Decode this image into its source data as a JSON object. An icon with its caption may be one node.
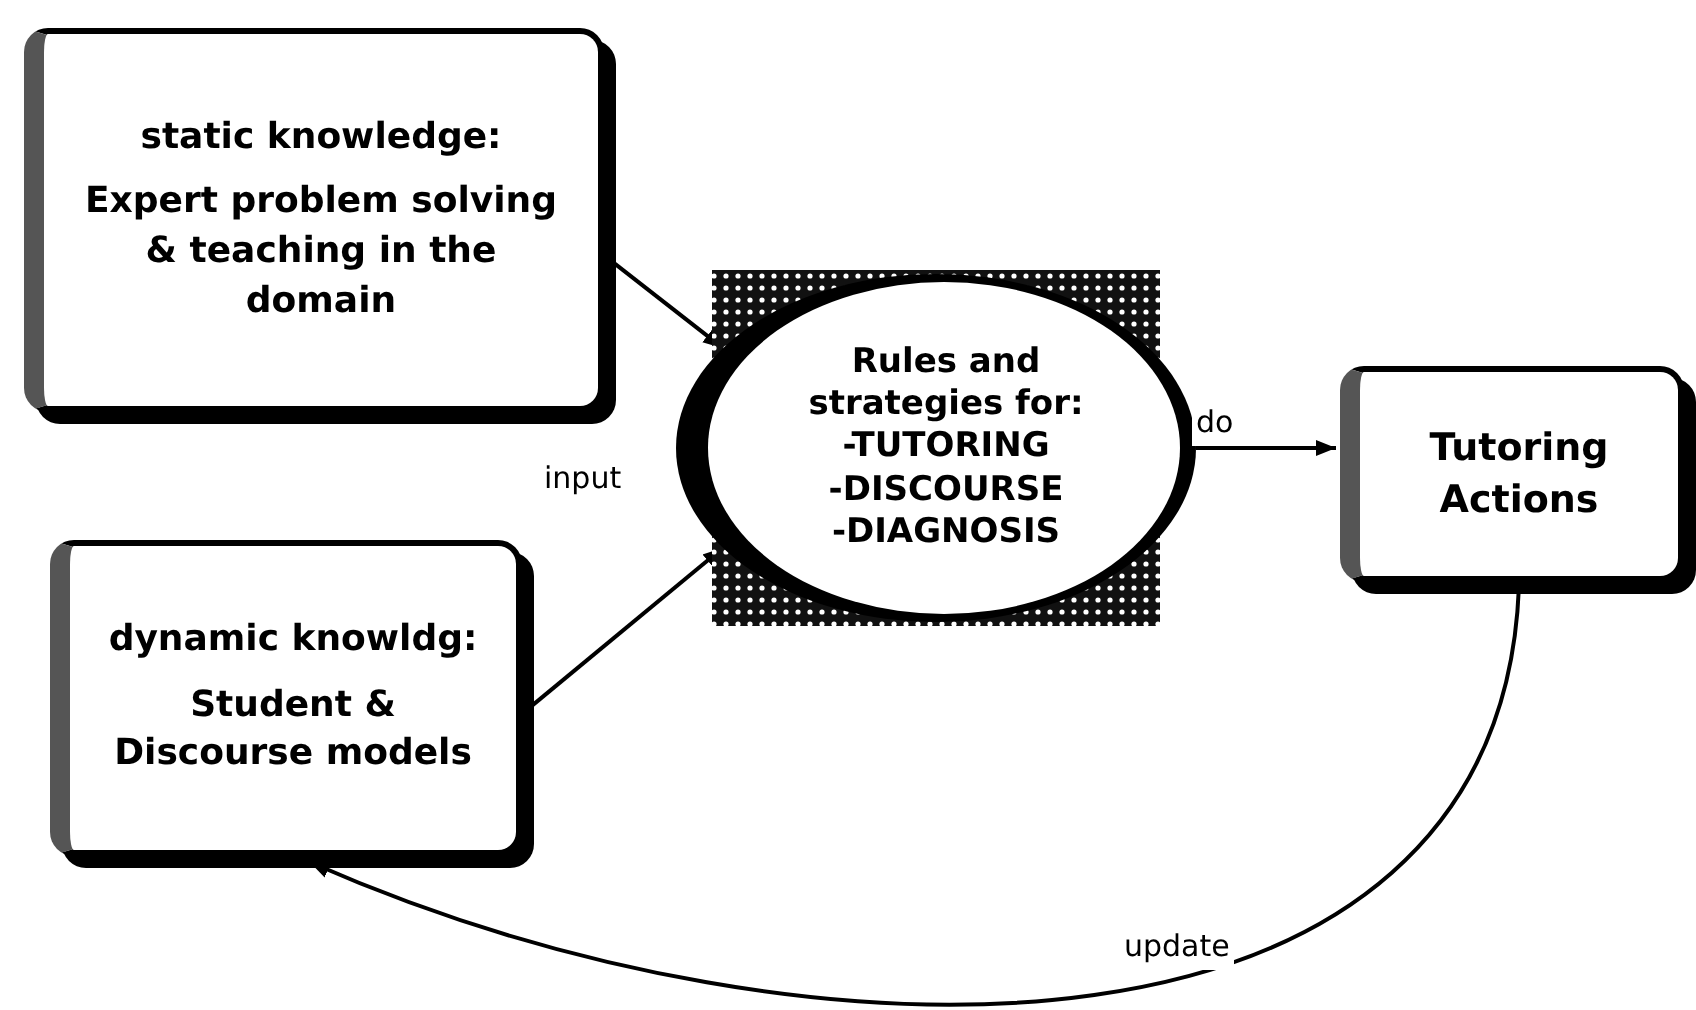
{
  "diagram": {
    "nodes": [
      {
        "text": [
          "static knowledge:",
          "Expert problem solving & teaching in the domain"
        ]
      },
      {
        "text": [
          "dynamic knowldg:",
          "Student & Discourse models"
        ]
      },
      {
        "text": [
          "Rules and strategies for:",
          "-TUTORING",
          "-DISCOURSE",
          "-DIAGNOSIS"
        ]
      },
      {
        "text": [
          "Tutoring Actions"
        ]
      }
    ],
    "edges": [
      {
        "from": 0,
        "to": 2,
        "arrow": "to"
      },
      {
        "from": 1,
        "to": 2,
        "arrow": "to"
      },
      {
        "from": 2,
        "to": 3,
        "arrow": "to",
        "label": "do"
      },
      {
        "from": 3,
        "to": 1,
        "arrow": "to",
        "label": "update"
      }
    ],
    "labels": [
      "input"
    ]
  }
}
